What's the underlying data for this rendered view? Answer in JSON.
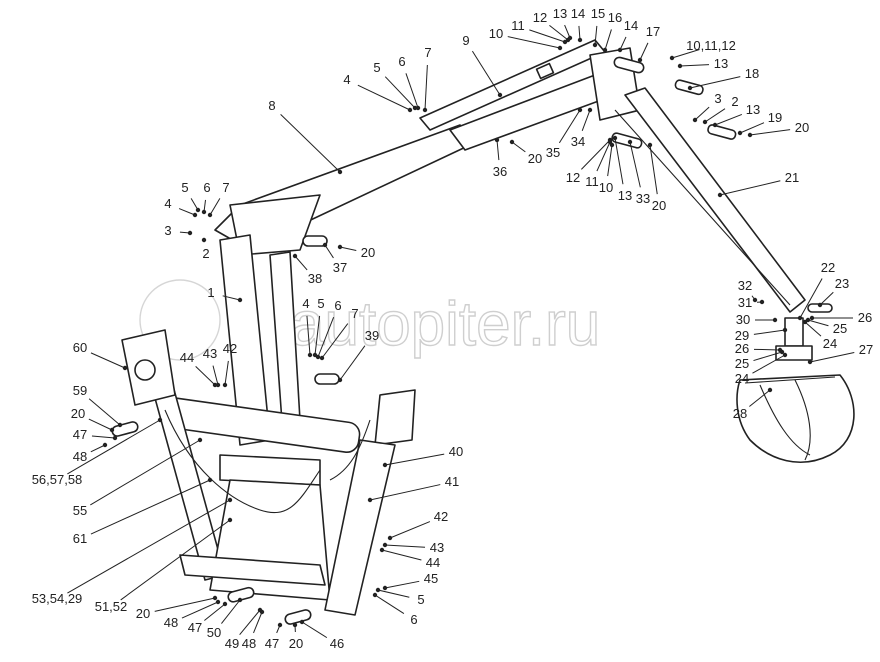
{
  "watermark": "autopiter.ru",
  "labels": [
    "8",
    "9",
    "10",
    "11",
    "12",
    "13",
    "14",
    "15",
    "16",
    "14",
    "17",
    "10,11,12",
    "13",
    "18",
    "3",
    "2",
    "13",
    "19",
    "20",
    "4",
    "5",
    "6",
    "7",
    "35",
    "34",
    "36",
    "20",
    "12",
    "11",
    "10",
    "13",
    "33",
    "20",
    "21",
    "5",
    "6",
    "7",
    "4",
    "3",
    "2",
    "1",
    "38",
    "37",
    "20",
    "4",
    "5",
    "6",
    "7",
    "39",
    "44",
    "43",
    "42",
    "32",
    "31",
    "30",
    "29",
    "26",
    "25",
    "24",
    "28",
    "22",
    "23",
    "26",
    "25",
    "24",
    "27",
    "60",
    "59",
    "20",
    "47",
    "48",
    "56,57,58",
    "55",
    "61",
    "53,54,29",
    "51,52",
    "20",
    "48",
    "47",
    "50",
    "49",
    "48",
    "47",
    "20",
    "46",
    "40",
    "41",
    "42",
    "43",
    "44",
    "45",
    "5",
    "6"
  ]
}
